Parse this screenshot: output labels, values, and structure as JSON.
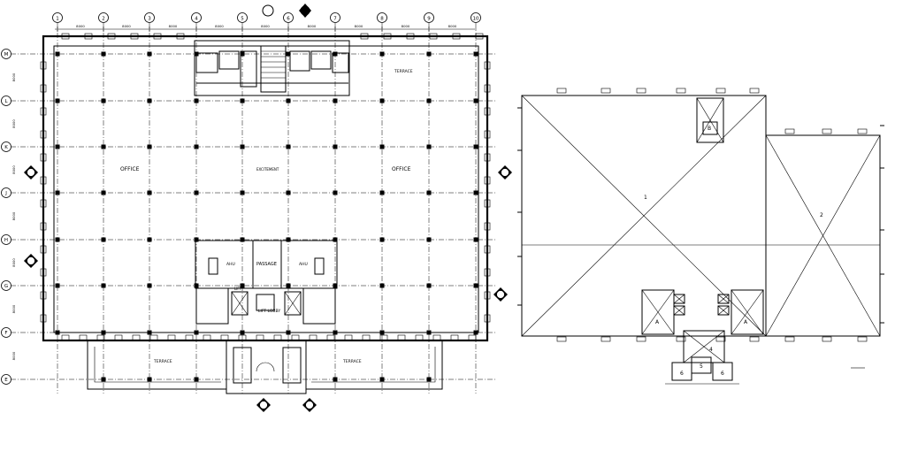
{
  "grid": {
    "columns": [
      "1",
      "2",
      "3",
      "4",
      "5",
      "6",
      "7",
      "8",
      "9",
      "10"
    ],
    "rows": [
      "M",
      "L",
      "K",
      "J",
      "H",
      "G",
      "F",
      "E"
    ],
    "column_spacing": "8000",
    "row_spacing": "8000"
  },
  "labels": {
    "office_left": "OFFICE",
    "office_right": "OFFICE",
    "office_center": "EXCITEMENT",
    "passage": "PASSAGE",
    "ahu_left": "AHU",
    "ahu_right": "AHU",
    "terrace_top": "TERRACE",
    "terrace_bottom_left": "TERRACE",
    "terrace_bottom_right": "TERRACE",
    "lift_lobby": "LIFT LOBBY",
    "lift": "LIFT"
  },
  "roof_plan": {
    "zone_1": "1",
    "zone_2": "2",
    "zone_a_left": "A",
    "zone_a_right": "A",
    "zone_b": "B",
    "zone_4": "4",
    "zone_5": "5",
    "zone_6_left": "6",
    "zone_6_right": "6"
  }
}
